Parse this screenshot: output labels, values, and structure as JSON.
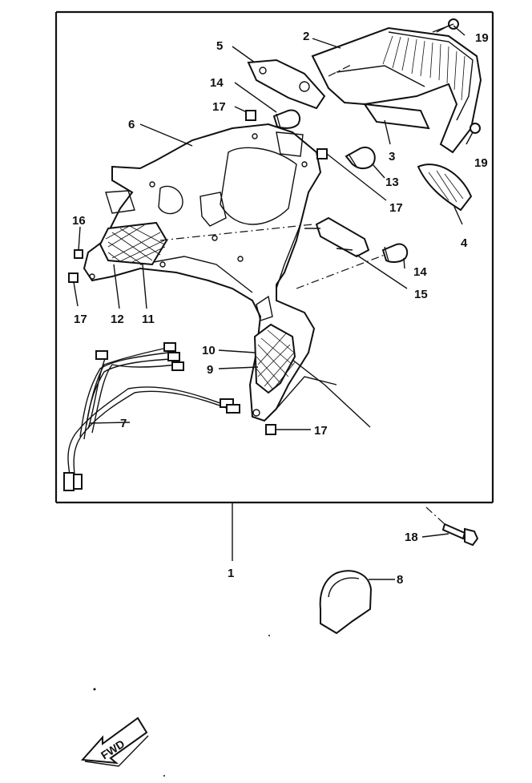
{
  "diagram": {
    "callouts": {
      "c1": "1",
      "c2": "2",
      "c3": "3",
      "c4": "4",
      "c5": "5",
      "c6": "6",
      "c7": "7",
      "c8": "8",
      "c9": "9",
      "c10": "10",
      "c11": "11",
      "c12": "12",
      "c13": "13",
      "c14a": "14",
      "c14b": "14",
      "c15": "15",
      "c16": "16",
      "c17a": "17",
      "c17b": "17",
      "c17c": "17",
      "c17d": "17",
      "c18": "18",
      "c19a": "19",
      "c19b": "19"
    },
    "fwd_label": "FWD"
  }
}
